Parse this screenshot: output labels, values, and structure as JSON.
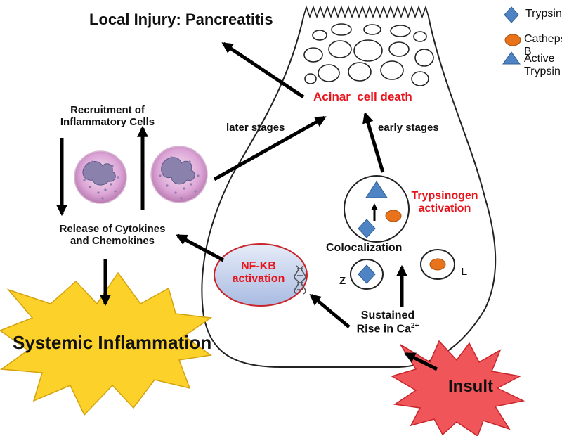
{
  "title": "Local Injury: Pancreatitis",
  "legend": {
    "items": [
      {
        "label": "Trypsinogen",
        "icon": "diamond-icon",
        "color": "#4f84c4"
      },
      {
        "label": "Cathepsin B",
        "icon": "oval-icon",
        "color": "#e8731a"
      },
      {
        "label": "Active Trypsin",
        "icon": "triangle-icon",
        "color": "#4f84c4"
      }
    ]
  },
  "labels": {
    "acinar_death": "Acinar  cell death",
    "later_stages": "later stages",
    "early_stages": "early stages",
    "recruitment_line1": "Recruitment of",
    "recruitment_line2": "Inflammatory Cells",
    "release_line1": "Release of Cytokines",
    "release_line2": "and Chemokines",
    "trypsinogen_activation_line1": "Trypsinogen",
    "trypsinogen_activation_line2": "activation",
    "colocalization": "Colocalization",
    "nfkb_line1": "NF-KB",
    "nfkb_line2": "activation",
    "z": "Z",
    "l": "L",
    "sustained_line1": "Sustained",
    "sustained_line2": "Rise in Ca",
    "ca_superscript": "2+",
    "systemic": "Systemic Inflammation",
    "insult": "Insult"
  },
  "colors": {
    "red_text": "#e8141c",
    "burst_yellow": "#fcd12a",
    "burst_red": "#f0555a",
    "nfkb_fill": "#c7d3ee",
    "nfkb_border": "#c8242a",
    "cell_pink": "#d89bd0"
  }
}
